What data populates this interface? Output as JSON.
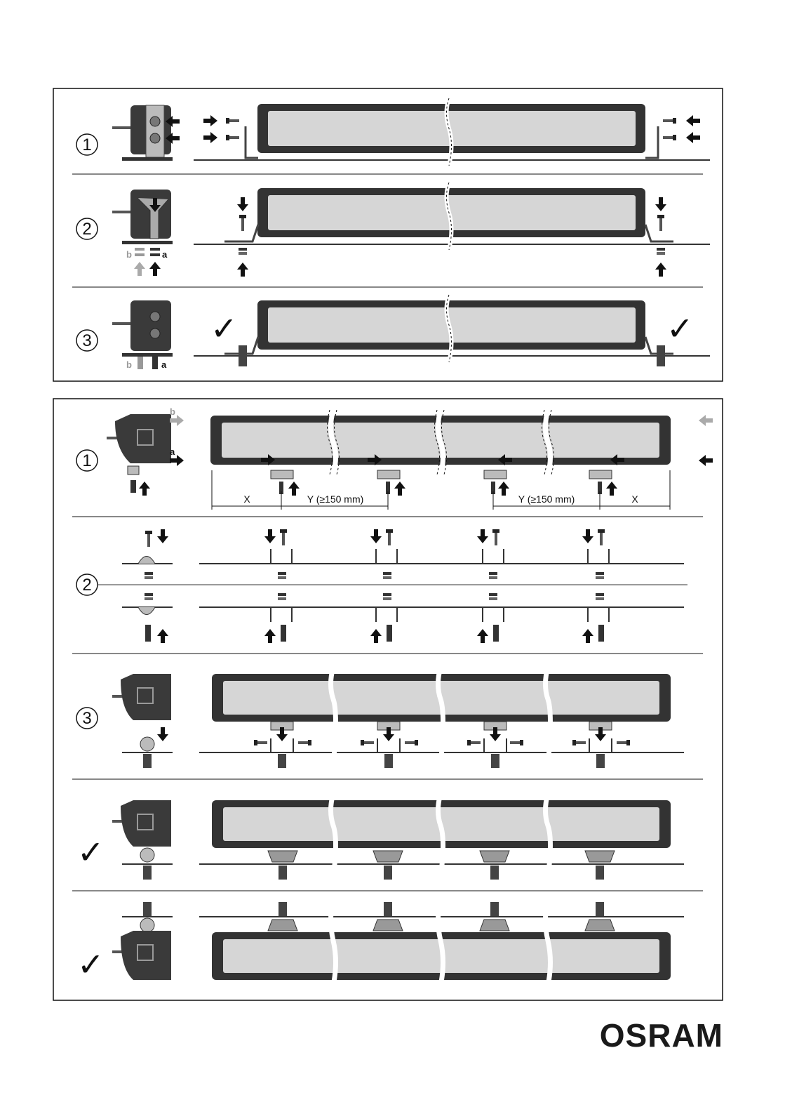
{
  "panel_a": {
    "steps": [
      {
        "number": "1"
      },
      {
        "number": "2",
        "label_b": "b",
        "label_a": "a"
      },
      {
        "number": "3",
        "label_b": "b",
        "label_a": "a",
        "check": "✓"
      }
    ]
  },
  "panel_b": {
    "steps": [
      {
        "number": "1",
        "label_a": "a",
        "label_b": "b"
      },
      {
        "number": "2"
      },
      {
        "number": "3"
      },
      {
        "check": "✓"
      },
      {
        "check": "✓"
      }
    ],
    "dimensions": {
      "x": "X",
      "y": "Y (≥150 mm)"
    }
  },
  "brand": {
    "logo_text": "OSRAM"
  }
}
